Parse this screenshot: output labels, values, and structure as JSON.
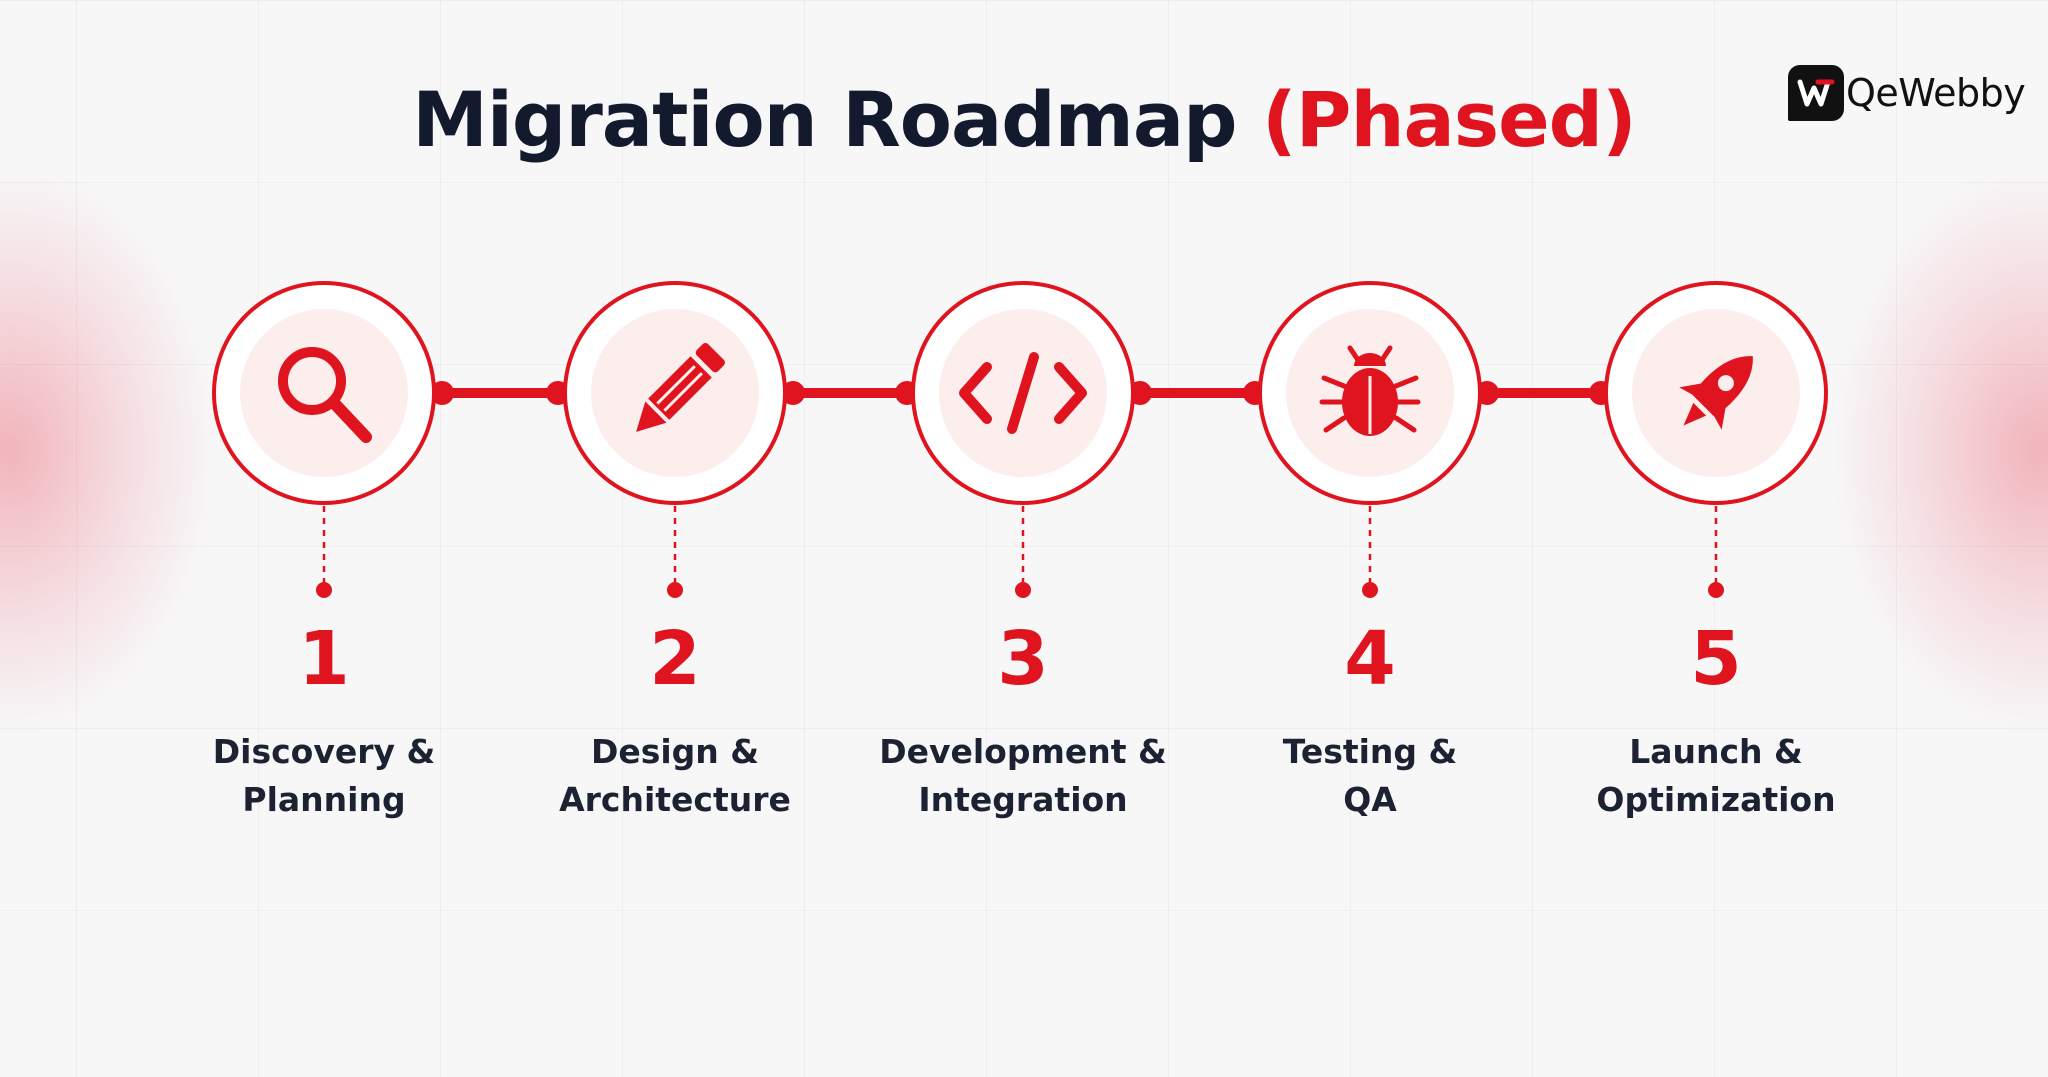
{
  "title": {
    "main": "Migration Roadmap",
    "highlight": "(Phased)"
  },
  "brand": {
    "name": "QeWebby",
    "icon": "qewebby-logo-icon"
  },
  "colors": {
    "accent": "#e0141e",
    "title": "#131a2e",
    "label": "#1d2233",
    "circle_fill": "#fdeeee",
    "background": "#f7f7f8"
  },
  "steps": [
    {
      "number": "1",
      "label_line1": "Discovery &",
      "label_line2": "Planning",
      "icon": "search-icon"
    },
    {
      "number": "2",
      "label_line1": "Design &",
      "label_line2": "Architecture",
      "icon": "pencil-icon"
    },
    {
      "number": "3",
      "label_line1": "Development &",
      "label_line2": "Integration",
      "icon": "code-icon"
    },
    {
      "number": "4",
      "label_line1": "Testing &",
      "label_line2": "QA",
      "icon": "bug-icon"
    },
    {
      "number": "5",
      "label_line1": "Launch &",
      "label_line2": "Optimization",
      "icon": "rocket-icon"
    }
  ]
}
